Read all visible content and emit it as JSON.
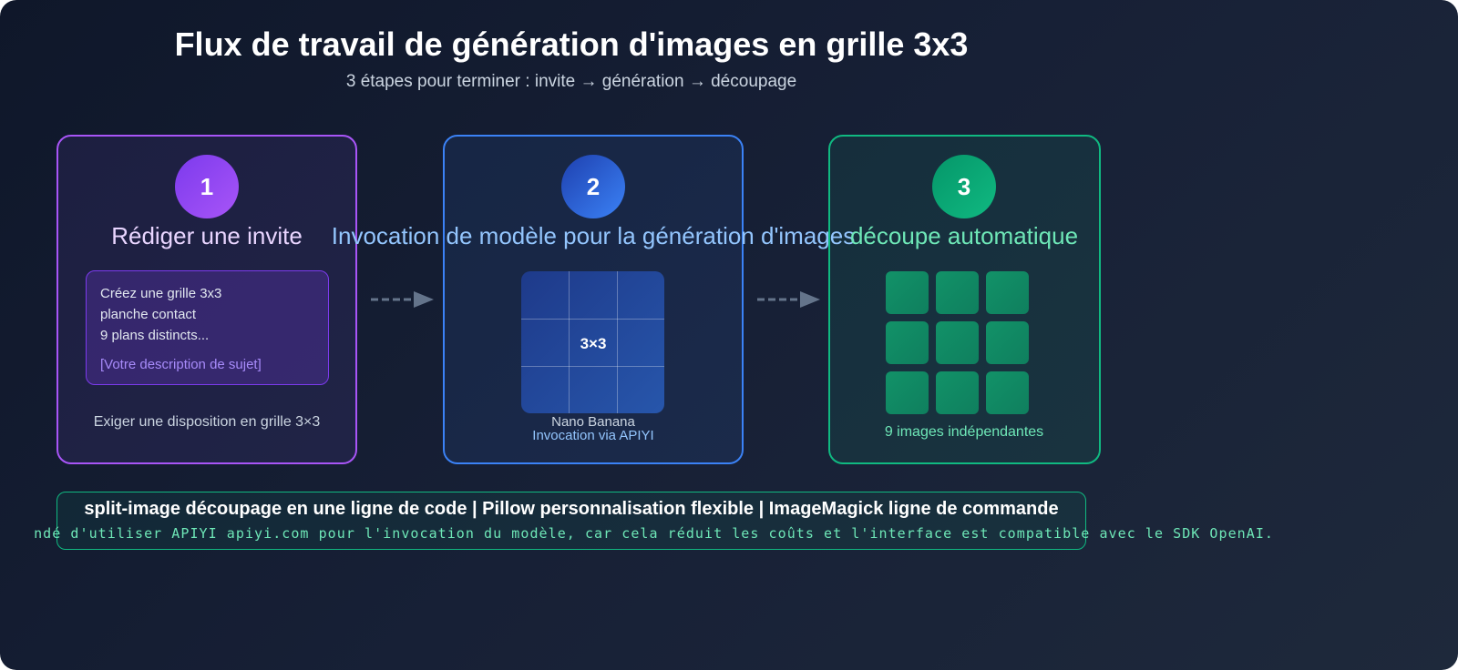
{
  "header": {
    "title": "Flux de travail de génération d'images en grille 3x3",
    "subtitle": "3 étapes pour terminer : invite → génération → découpage"
  },
  "steps": [
    {
      "number": "1",
      "title": "Rédiger une invite",
      "prompt_lines": [
        "Créez une grille 3x3",
        "planche contact",
        "9 plans distincts..."
      ],
      "placeholder": "[Votre description de sujet]",
      "caption": "Exiger une disposition en grille 3×3",
      "color": "#a855f7"
    },
    {
      "number": "2",
      "title": "Invocation de modèle pour la génération d'images",
      "grid_label": "3×3",
      "caption_model": "Nano Banana",
      "caption_via": "Invocation via APIYI",
      "color": "#3b82f6"
    },
    {
      "number": "3",
      "title": "découpe automatique",
      "caption": "9 images indépendantes",
      "color": "#10b981"
    }
  ],
  "tips": {
    "tools": "split-image découpage en une ligne de code | Pillow personnalisation flexible | ImageMagick ligne de commande",
    "recommendation": "ndé d'utiliser APIYI apiyi.com pour l'invocation du modèle, car cela réduit les coûts et l'interface est compatible avec le SDK OpenAI."
  },
  "icons": {
    "arrow": "dashed-arrow-right-icon"
  }
}
